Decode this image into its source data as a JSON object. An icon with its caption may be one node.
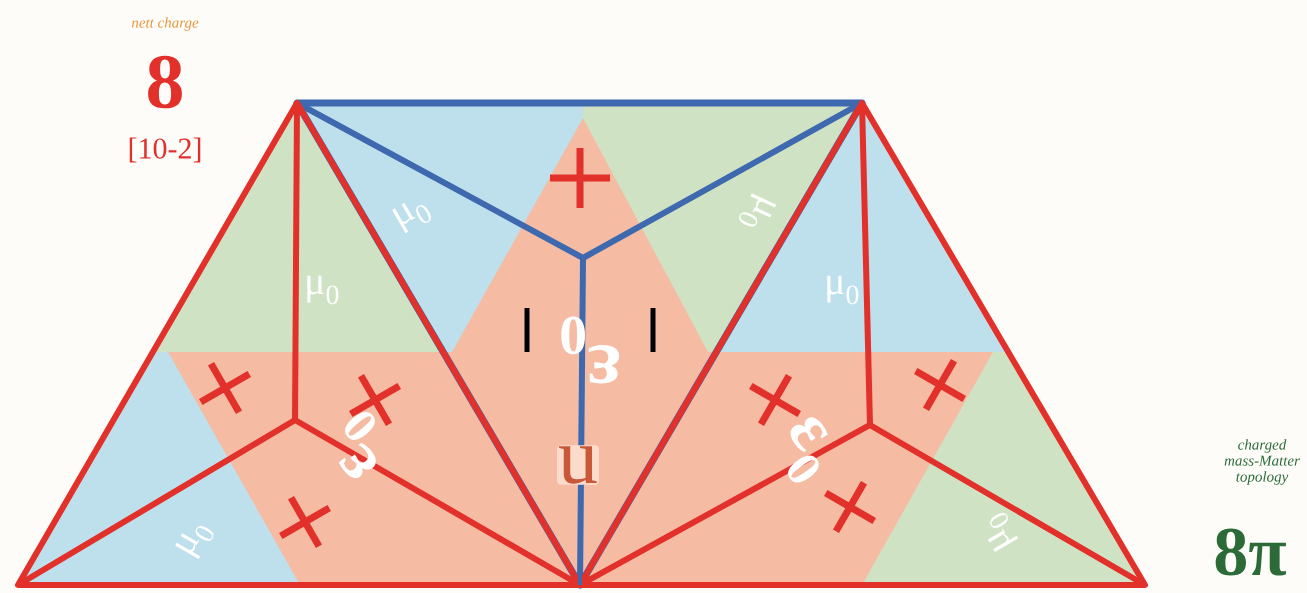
{
  "diagram": {
    "labels": [
      "nett charge",
      "8",
      "[10-2]",
      "μ$_{0}$",
      "μ$_{0}$",
      "μ$_{0}$",
      "μ$_{0}$",
      "ε$_{0}$",
      "ε$_{0}$",
      "ε$_{0}$",
      "u",
      "charged mass-Matter topology",
      "μ$_{0}$",
      "μ$_{0}$",
      "8π"
    ]
  }
}
